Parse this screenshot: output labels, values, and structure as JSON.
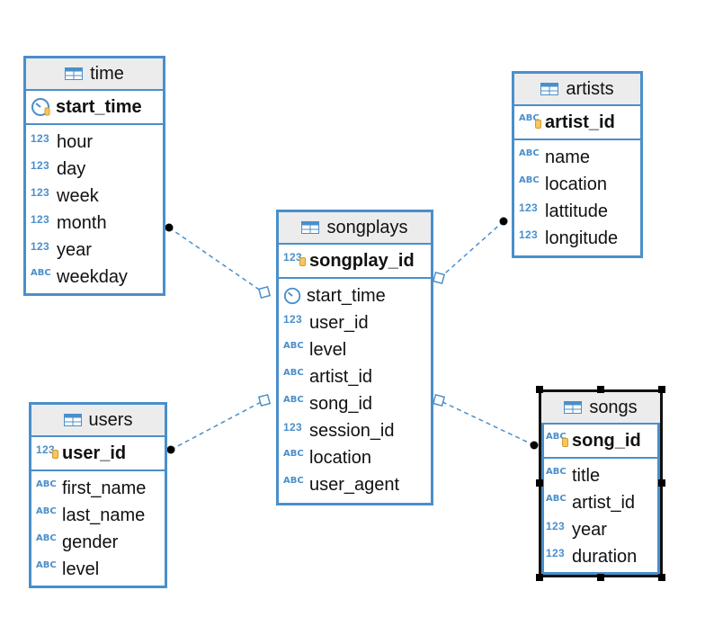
{
  "entities": {
    "time": {
      "title": "time",
      "pk": "start_time",
      "columns": [
        {
          "type": "123",
          "name": "hour"
        },
        {
          "type": "123",
          "name": "day"
        },
        {
          "type": "123",
          "name": "week"
        },
        {
          "type": "123",
          "name": "month"
        },
        {
          "type": "123",
          "name": "year"
        },
        {
          "type": "ABC",
          "name": "weekday"
        }
      ]
    },
    "artists": {
      "title": "artists",
      "pk_type": "ABC",
      "pk": "artist_id",
      "columns": [
        {
          "type": "ABC",
          "name": "name"
        },
        {
          "type": "ABC",
          "name": "location"
        },
        {
          "type": "123",
          "name": "lattitude"
        },
        {
          "type": "123",
          "name": "longitude"
        }
      ]
    },
    "songplays": {
      "title": "songplays",
      "pk_type": "123",
      "pk": "songplay_id",
      "columns": [
        {
          "type": "clock",
          "name": "start_time"
        },
        {
          "type": "123",
          "name": "user_id"
        },
        {
          "type": "ABC",
          "name": "level"
        },
        {
          "type": "ABC",
          "name": "artist_id"
        },
        {
          "type": "ABC",
          "name": "song_id"
        },
        {
          "type": "123",
          "name": "session_id"
        },
        {
          "type": "ABC",
          "name": "location"
        },
        {
          "type": "ABC",
          "name": "user_agent"
        }
      ]
    },
    "users": {
      "title": "users",
      "pk_type": "123",
      "pk": "user_id",
      "columns": [
        {
          "type": "ABC",
          "name": "first_name"
        },
        {
          "type": "ABC",
          "name": "last_name"
        },
        {
          "type": "ABC",
          "name": "gender"
        },
        {
          "type": "ABC",
          "name": "level"
        }
      ]
    },
    "songs": {
      "title": "songs",
      "pk_type": "ABC",
      "pk": "song_id",
      "columns": [
        {
          "type": "ABC",
          "name": "title"
        },
        {
          "type": "ABC",
          "name": "artist_id"
        },
        {
          "type": "123",
          "name": "year"
        },
        {
          "type": "123",
          "name": "duration"
        }
      ]
    }
  },
  "colors": {
    "accent": "#4a8fcb",
    "header_bg": "#ececec",
    "key_gold": "#f4c763"
  }
}
